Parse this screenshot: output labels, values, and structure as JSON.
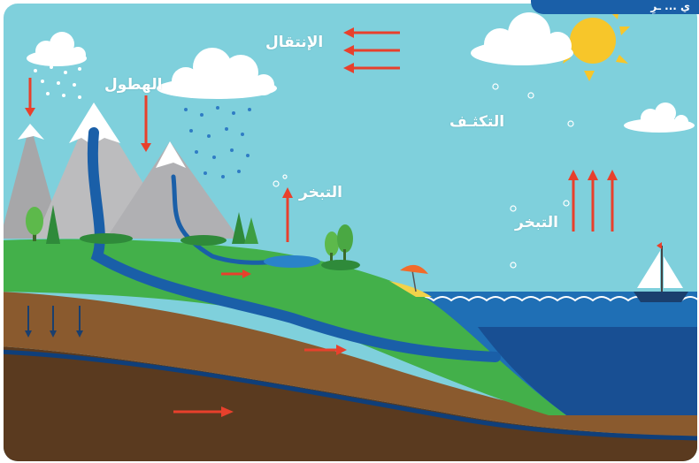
{
  "diagram": {
    "title_fragment": "ي ... ـرِ",
    "labels": {
      "transport": "الإنتقال",
      "precipitation": "الهطول",
      "condensation": "التكثـف",
      "evaporation_land": "التبخر",
      "evaporation_sea": "التبخر"
    }
  },
  "colors": {
    "sky": "#7fd0dc",
    "ocean": "#1f6fb5",
    "grass": "#43b04a",
    "soil": "#8a5a2e",
    "arrow": "#e8402c",
    "sun": "#f7c62a"
  },
  "icons": [
    "sun-icon",
    "cloud-icon",
    "sailboat-icon",
    "umbrella-icon",
    "tree-icon",
    "mountain-icon"
  ]
}
